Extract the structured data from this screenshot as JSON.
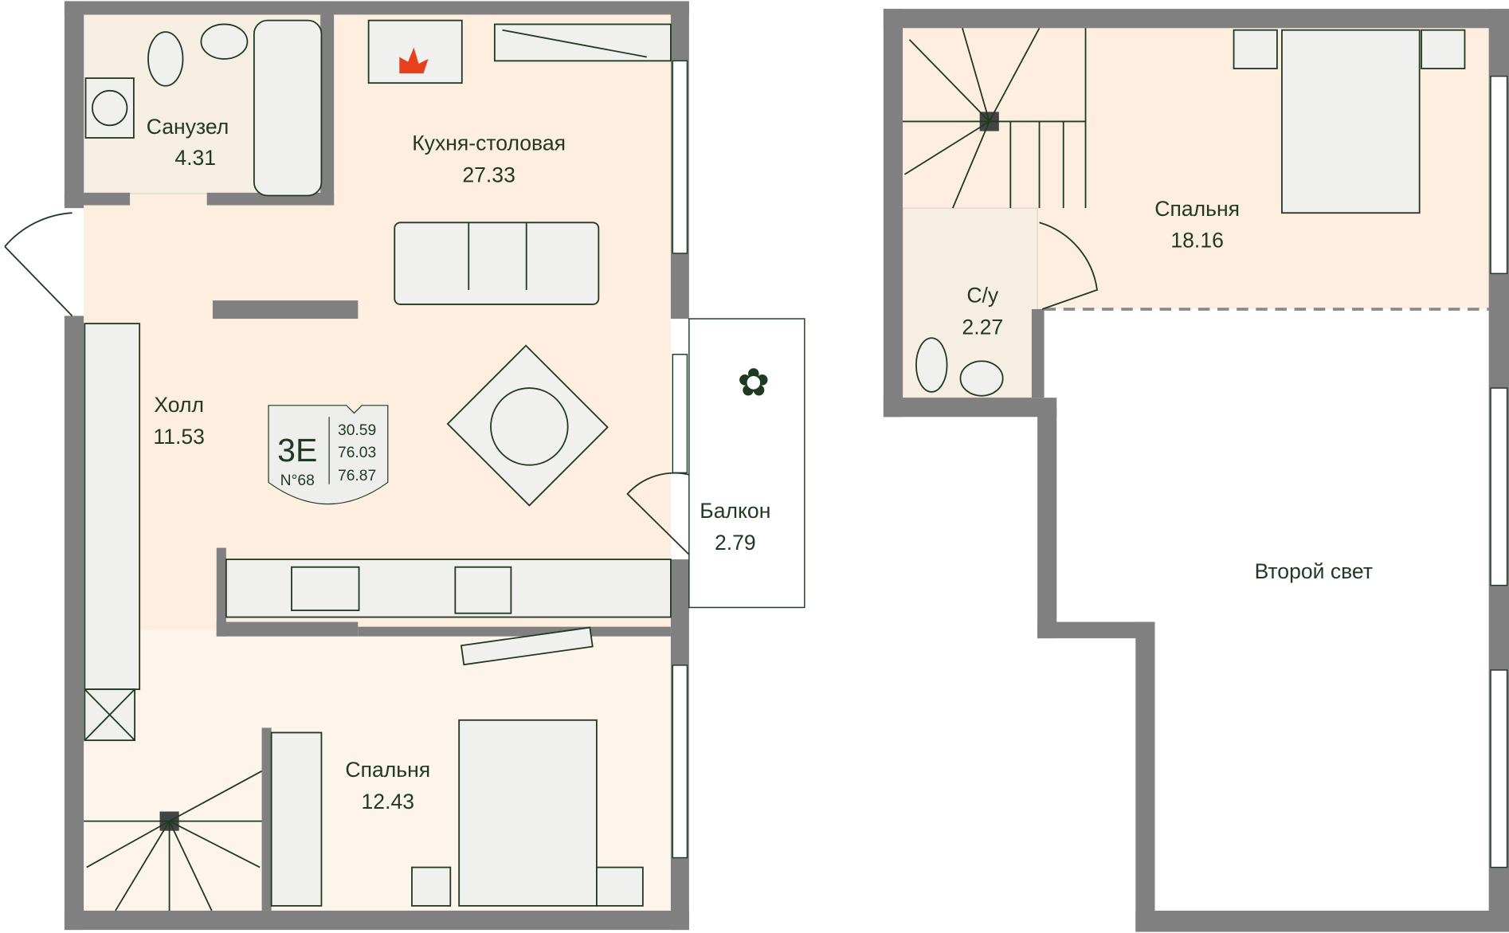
{
  "apartment": {
    "type": "3E",
    "number": "N°68",
    "areas": [
      "30.59",
      "76.03",
      "76.87"
    ]
  },
  "rooms": {
    "bathroom": {
      "name": "Санузел",
      "area": "4.31"
    },
    "kitchen": {
      "name": "Кухня-столовая",
      "area": "27.33"
    },
    "hall": {
      "name": "Холл",
      "area": "11.53"
    },
    "balcony": {
      "name": "Балкон",
      "area": "2.79"
    },
    "bedroom1": {
      "name": "Спальня",
      "area": "12.43"
    },
    "bedroom2": {
      "name": "Спальня",
      "area": "18.16"
    },
    "wc": {
      "name": "С/у",
      "area": "2.27"
    },
    "second_light": {
      "name": "Второй свет"
    }
  },
  "colors": {
    "wall": "#808080",
    "floor": "#fdeee0",
    "text": "#1f3a22"
  }
}
